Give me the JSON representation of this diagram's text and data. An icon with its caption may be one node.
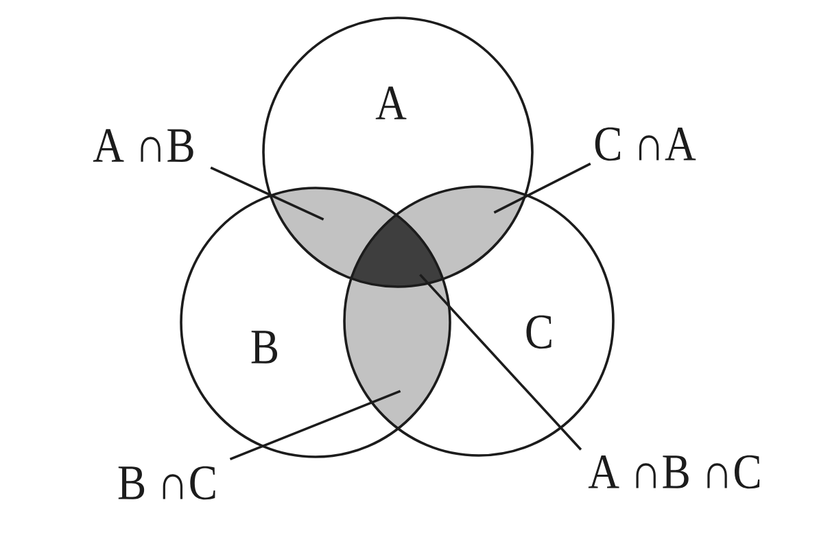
{
  "diagram": {
    "nodes": [
      {
        "text": [
          "A"
        ]
      },
      {
        "text": [
          "A ∩B"
        ]
      },
      {
        "text": [
          "C ∩A"
        ]
      },
      {
        "text": [
          "B"
        ]
      },
      {
        "text": [
          "C"
        ]
      },
      {
        "text": [
          "B ∩C"
        ]
      },
      {
        "text": [
          "A ∩B ∩C"
        ]
      },
      {
        "text": [],
        "shape": "lens"
      },
      {
        "text": [],
        "shape": "lens"
      },
      {
        "text": [],
        "shape": "lens"
      },
      {
        "text": [],
        "shape": "triangle"
      }
    ],
    "edges": [
      {
        "from": 1,
        "to": 7,
        "arrow": "none"
      },
      {
        "from": 2,
        "to": 8,
        "arrow": "none"
      },
      {
        "from": 5,
        "to": 9,
        "arrow": "none"
      },
      {
        "from": 6,
        "to": 10,
        "arrow": "none"
      }
    ]
  }
}
